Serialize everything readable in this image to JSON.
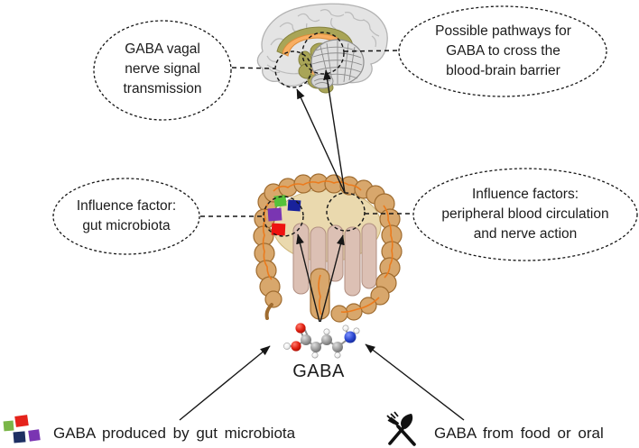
{
  "callouts": {
    "vagal": "GABA vagal\nnerve signal\ntransmission",
    "bbb_pathways": "Possible pathways for\nGABA to cross the\nblood-brain barrier",
    "gut_microbiota": "Influence factor:\ngut microbiota",
    "peripheral": "Influence factors:\nperipheral blood circulation\nand nerve action"
  },
  "molecule_label": "GABA",
  "legend": {
    "left_text": "GABA produced by gut microbiota",
    "right_text": "GABA from food or oral"
  },
  "icons": {
    "brain": "brain-sagittal-illustration",
    "gut": "colon-illustration",
    "molecule": "gaba-ball-and-stick-molecule",
    "legend_left": "microbiota-squares-icon",
    "legend_right": "fork-knife-icon"
  },
  "colors": {
    "microbiota_squares": {
      "green": "#55c23a",
      "red": "#ee1310",
      "navy": "#18219b",
      "purple": "#7a35b2"
    },
    "molecule_atoms": {
      "oxygen": "#d21607",
      "carbon": "#8f8f8f",
      "nitrogen": "#2438c8",
      "hydrogen": "#f5f5f5"
    },
    "colon": "#d8a76c",
    "colon_vessels": "#eb7b1d",
    "brain_limbic": "#a9a557",
    "brain_tract": "#f8ae62",
    "line": "#161616"
  }
}
